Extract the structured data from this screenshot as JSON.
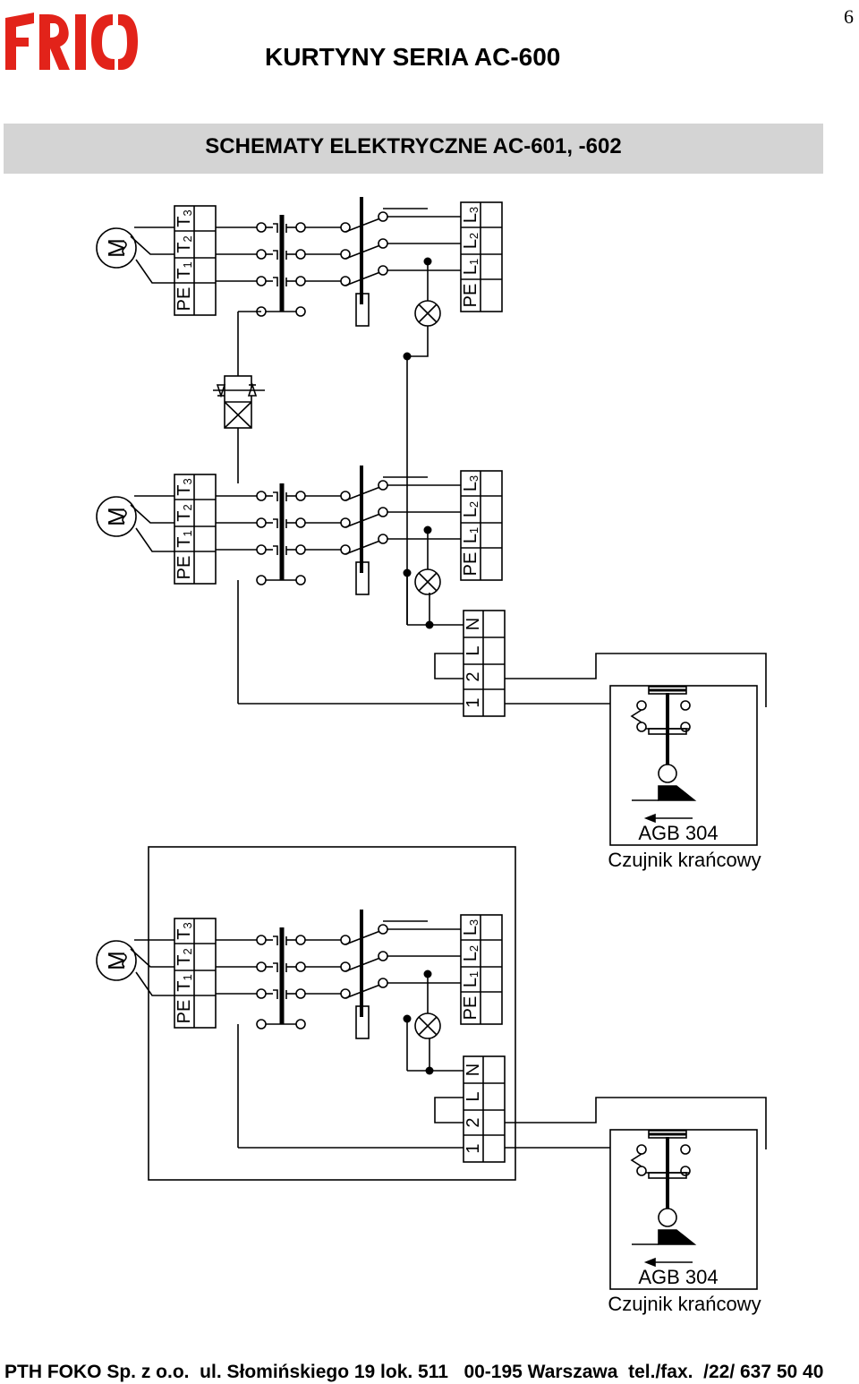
{
  "page_number": "6",
  "logo_text": "FRICO",
  "title": "KURTYNY SERIA AC-600",
  "section_title": "SCHEMATY ELEKTRYCZNE AC-601, -602",
  "motor_symbol": "M",
  "motor_terminals": [
    "PE",
    "T1",
    "T2",
    "T3"
  ],
  "supply_terminals": [
    "PE",
    "L1",
    "L2",
    "L3"
  ],
  "control_terminals": [
    "1",
    "2",
    "L",
    "N"
  ],
  "sensor": {
    "model": "AGB 304",
    "description": "Czujnik krańcowy"
  },
  "footer": "PTH FOKO Sp. z o.o.  ul. Słomińskiego 19 lok. 511   00-195 Warszawa  tel./fax.  /22/ 637 50 40"
}
